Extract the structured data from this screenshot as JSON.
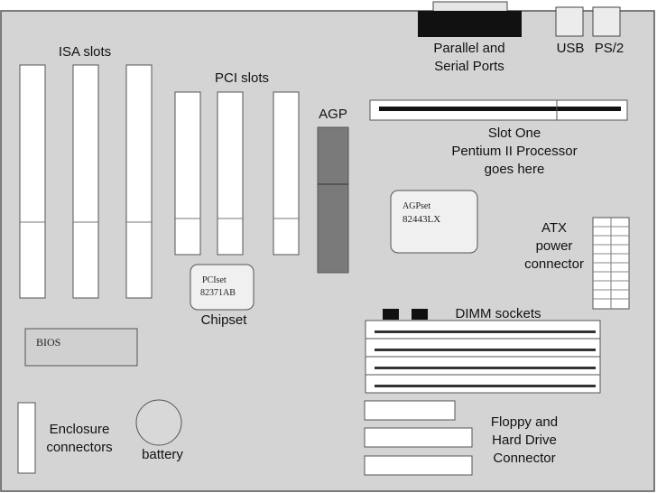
{
  "colors": {
    "board": "#d4d4d4",
    "outline": "#555555",
    "slot": "#ffffff",
    "dark": "#111111",
    "agp": "#7a7a7a",
    "chip": "#f0f0f0"
  },
  "labels": {
    "isa_slots": "ISA slots",
    "pci_slots": "PCI slots",
    "agp": "AGP",
    "ports": [
      "Parallel and",
      "Serial Ports"
    ],
    "usb": "USB",
    "ps2": "PS/2",
    "slot_one": [
      "Slot One",
      "Pentium II Processor",
      "goes here"
    ],
    "atx": [
      "ATX",
      "power",
      "connector"
    ],
    "dimm": "DIMM sockets",
    "chipset": "Chipset",
    "floppy": [
      "Floppy and",
      "Hard Drive",
      "Connector"
    ],
    "enclosure": [
      "Enclosure",
      "connectors"
    ],
    "battery": "battery"
  },
  "chips": {
    "pciset": [
      "PCIset",
      "82371AB"
    ],
    "agpset": [
      "AGPset",
      "82443LX"
    ],
    "bios": "BIOS"
  }
}
